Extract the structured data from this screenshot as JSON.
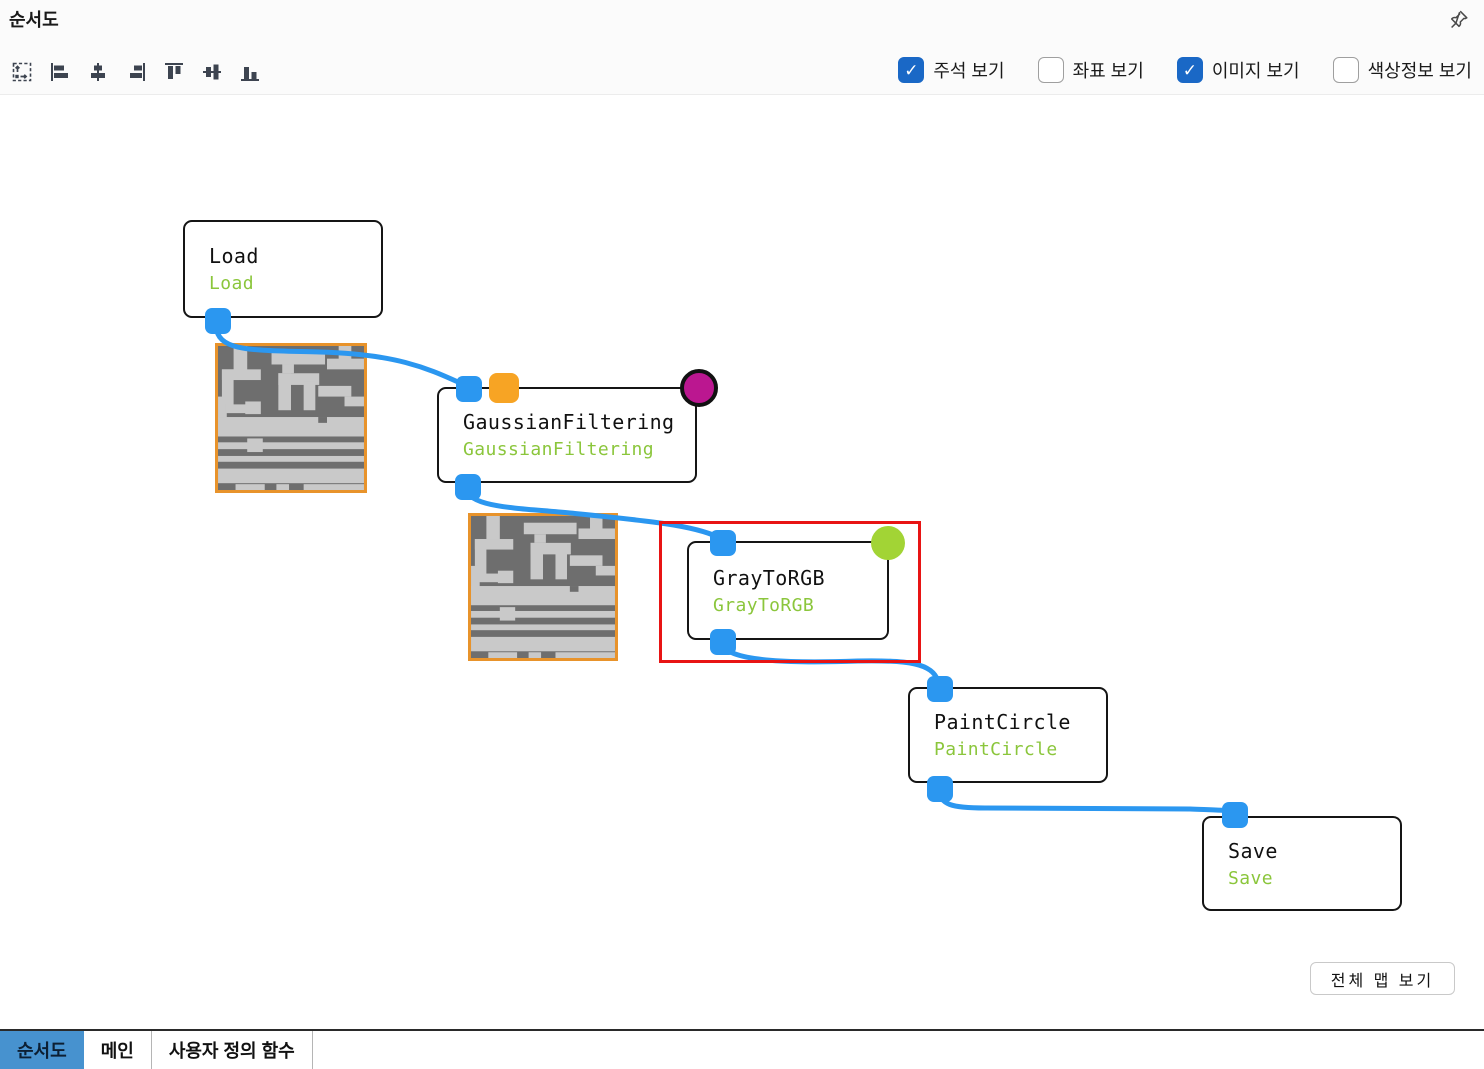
{
  "header": {
    "title": "순서도",
    "pin_icon": "pushpin-icon"
  },
  "toolbar": {
    "icons": [
      "fit-view-icon",
      "align-left-icon",
      "align-center-horizontal-icon",
      "align-right-icon",
      "align-top-icon",
      "align-middle-vertical-icon",
      "align-bottom-icon"
    ]
  },
  "view_options": [
    {
      "label": "주석 보기",
      "checked": true
    },
    {
      "label": "좌표 보기",
      "checked": false
    },
    {
      "label": "이미지 보기",
      "checked": true
    },
    {
      "label": "색상정보 보기",
      "checked": false
    }
  ],
  "canvas": {
    "nodes": [
      {
        "id": "load",
        "title": "Load",
        "subtitle": "Load",
        "selected": false
      },
      {
        "id": "gaussian-filtering",
        "title": "GaussianFiltering",
        "subtitle": "GaussianFiltering",
        "selected": false
      },
      {
        "id": "gray-to-rgb",
        "title": "GrayToRGB",
        "subtitle": "GrayToRGB",
        "selected": true
      },
      {
        "id": "paint-circle",
        "title": "PaintCircle",
        "subtitle": "PaintCircle",
        "selected": false
      },
      {
        "id": "save",
        "title": "Save",
        "subtitle": "Save",
        "selected": false
      }
    ],
    "full_map_button": "전체 맵 보기"
  },
  "footer": {
    "tabs": [
      {
        "label": "순서도",
        "active": true
      },
      {
        "label": "메인",
        "active": false
      },
      {
        "label": "사용자 정의 함수",
        "active": false
      }
    ]
  },
  "colors": {
    "port_blue": "#2b97f0",
    "edge_blue": "#2b97f0",
    "param_port_orange": "#f7a424",
    "thumbnail_border_orange": "#e8932b",
    "status_magenta": "#bb1790",
    "status_green": "#a2d435",
    "annotation_green": "#8bc63c",
    "selection_red": "#e81414",
    "checkbox_blue": "#1a68c6",
    "active_tab_blue": "#4792cf"
  }
}
